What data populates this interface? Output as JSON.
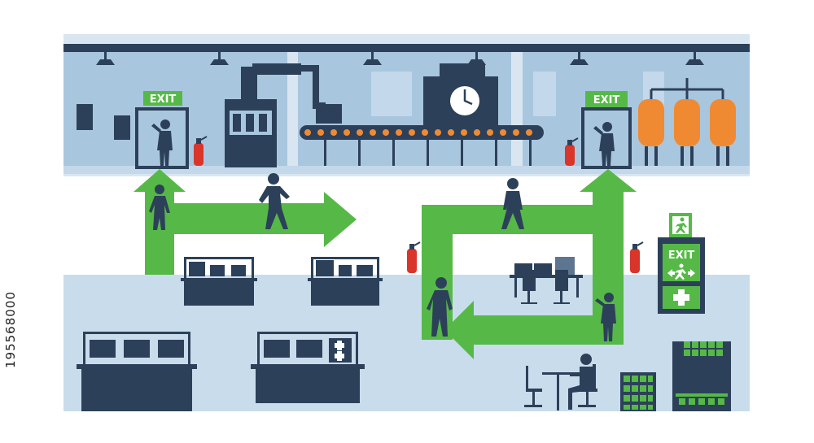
{
  "signs": {
    "exit_left": "EXIT",
    "exit_right": "EXIT",
    "exit_stand": "EXIT"
  },
  "stock_id": "195568000",
  "icons": [
    "exit-sign-icon",
    "running-man-icon",
    "fire-extinguisher-icon",
    "first-aid-cross-icon",
    "clock-icon",
    "arrow-icon"
  ],
  "colors": {
    "wall": "#a9c6df",
    "wall_light": "#c3d8ea",
    "floor": "#c8dcec",
    "dark": "#2c4159",
    "green": "#56b947",
    "orange": "#f08a32",
    "red": "#d9352b"
  }
}
